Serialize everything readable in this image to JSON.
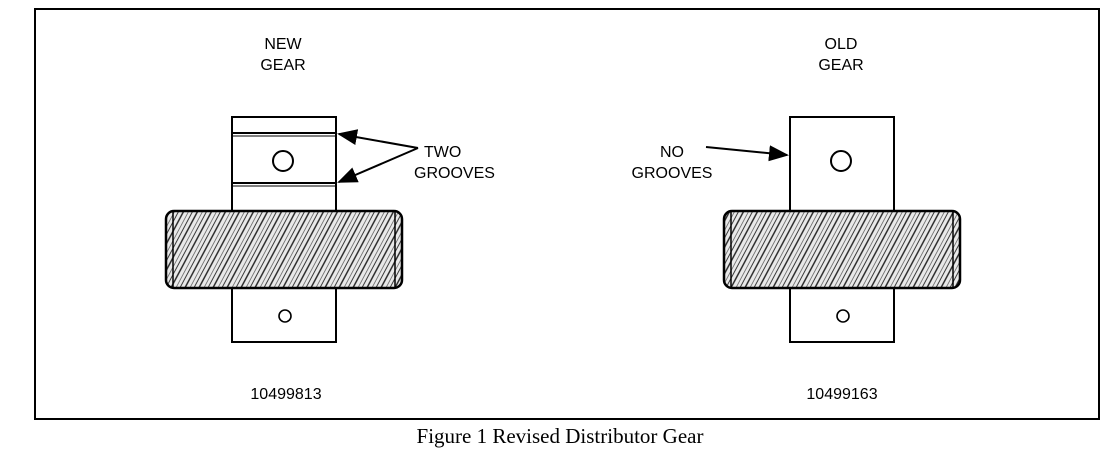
{
  "figure": {
    "caption": "Figure 1 Revised Distributor Gear",
    "new_gear": {
      "title_line1": "NEW",
      "title_line2": "GEAR",
      "callout_line1": "TWO",
      "callout_line2": "GROOVES",
      "part_number": "10499813"
    },
    "old_gear": {
      "title_line1": "OLD",
      "title_line2": "GEAR",
      "callout_line1": "NO",
      "callout_line2": "GROOVES",
      "part_number": "10499163"
    }
  }
}
